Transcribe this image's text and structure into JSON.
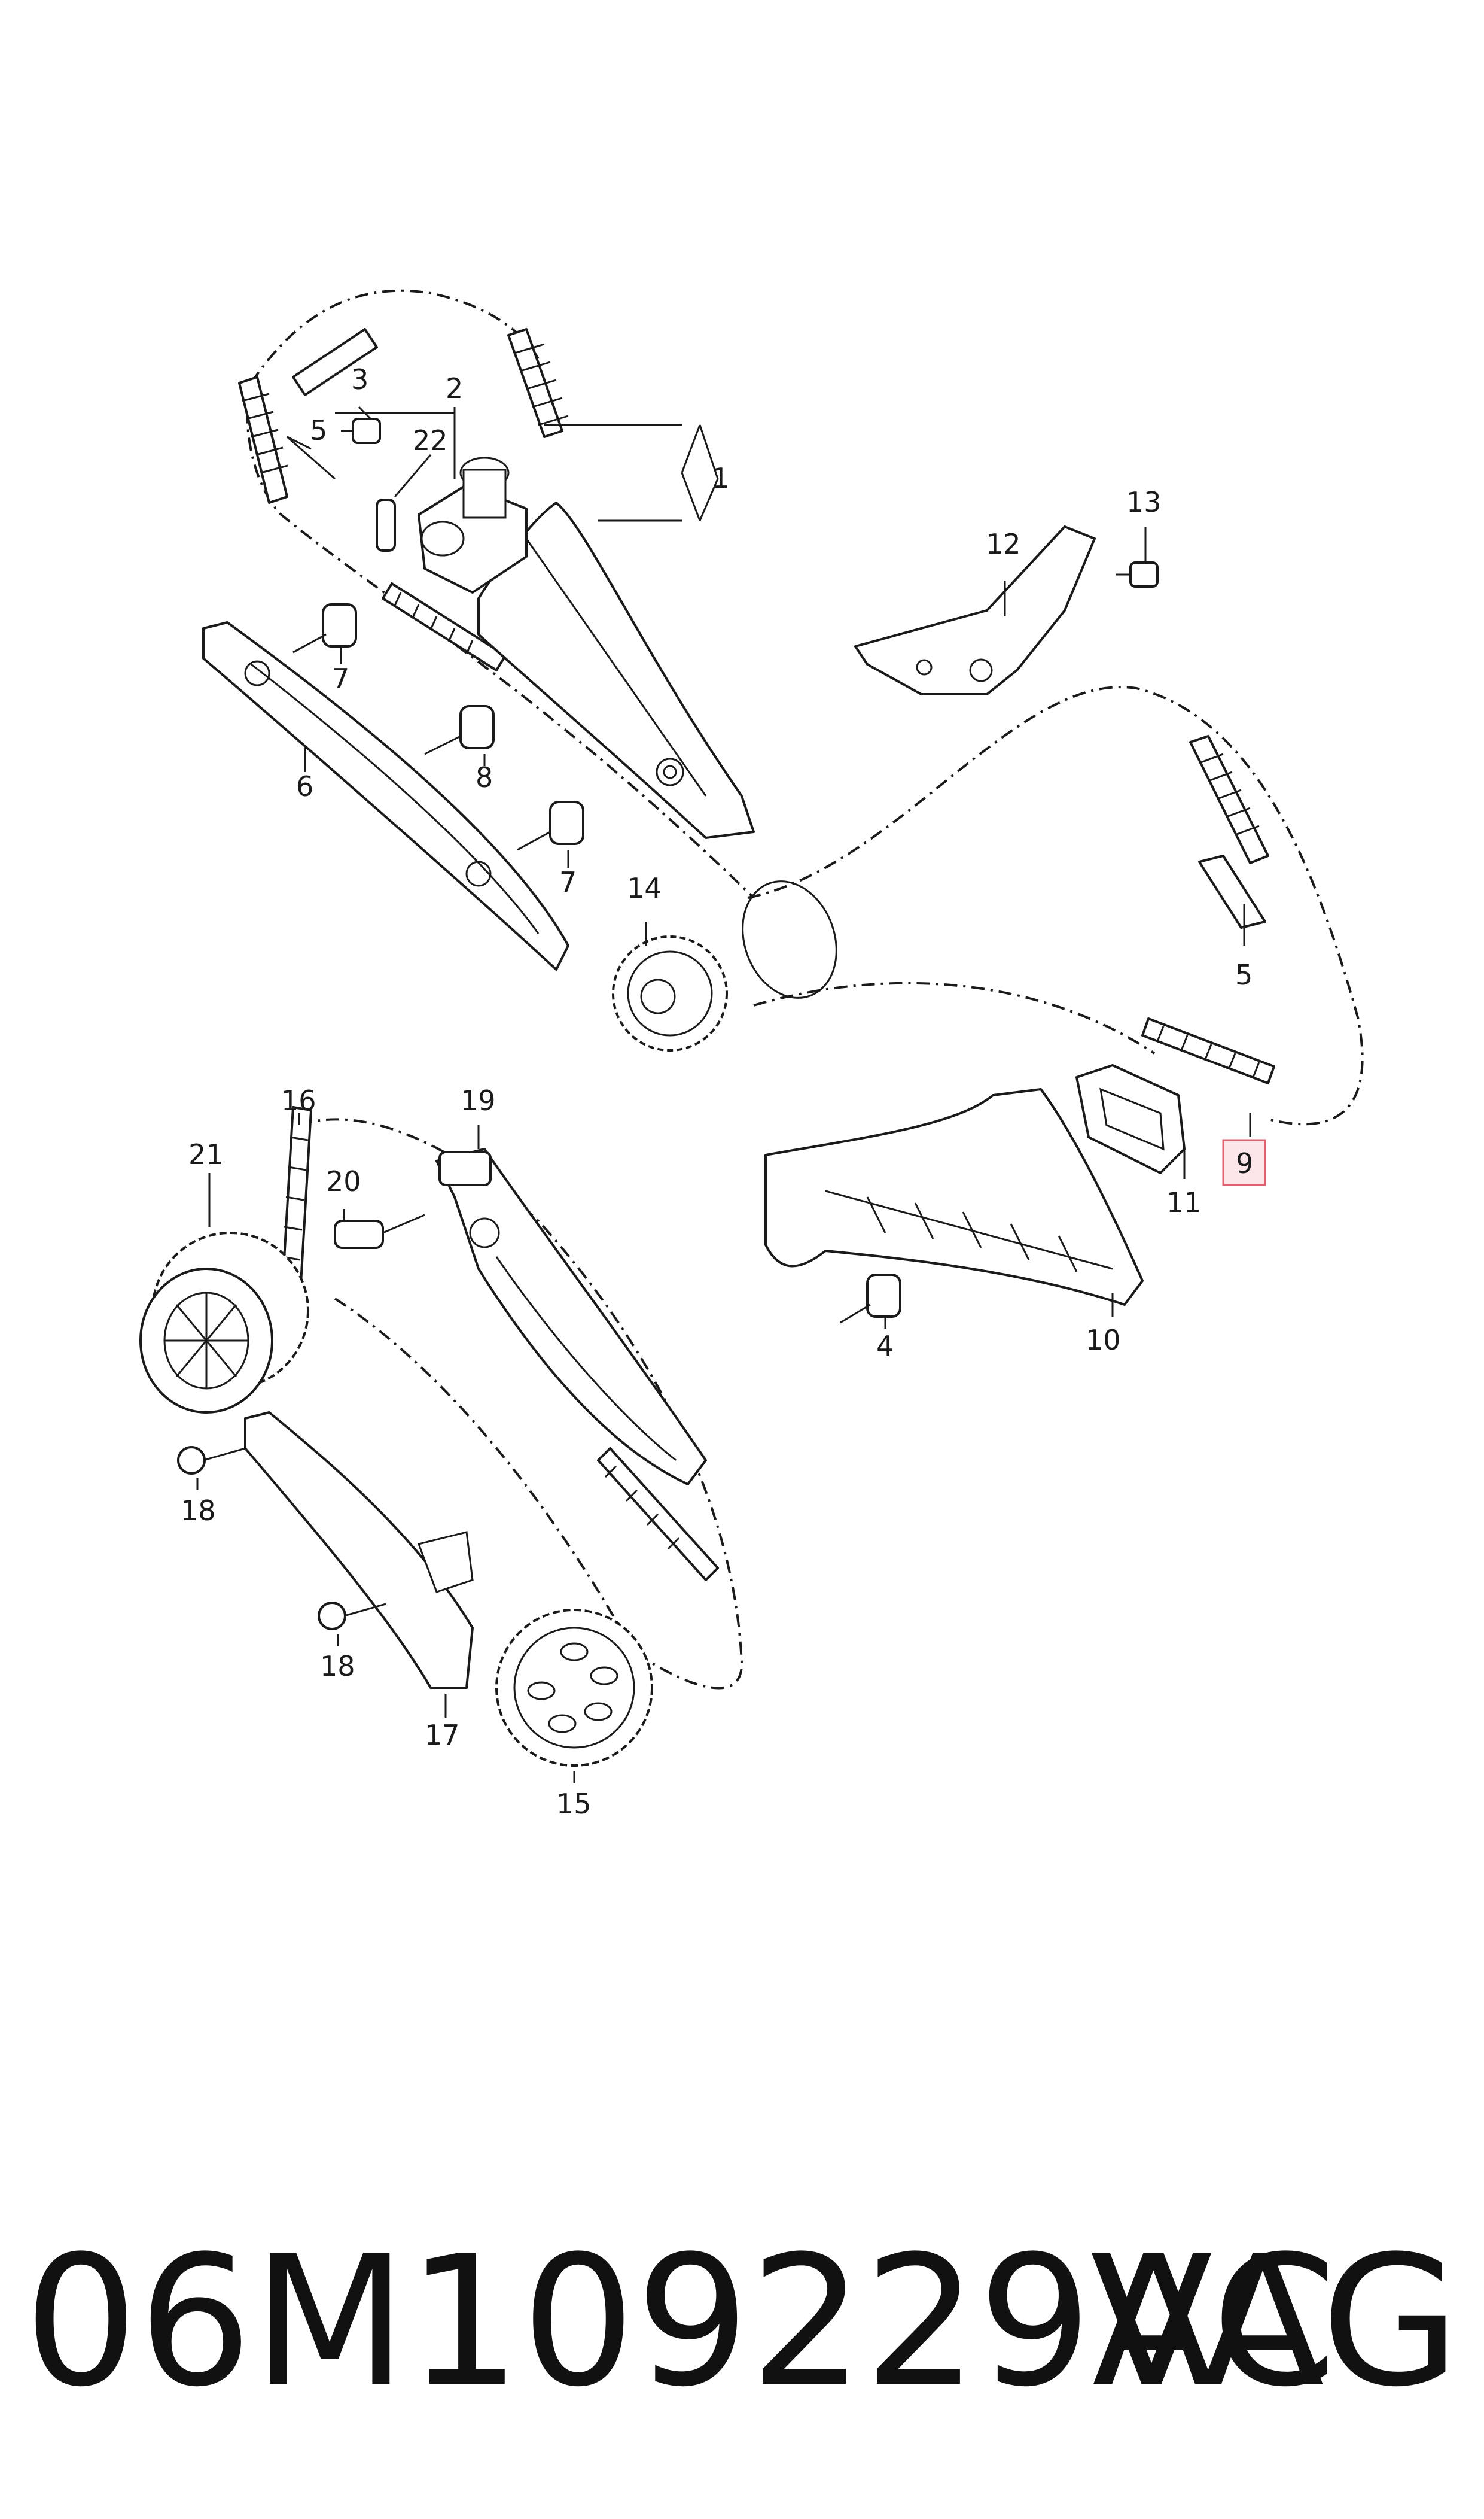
{
  "callouts": {
    "c1": "1",
    "c2": "2",
    "c3": "3",
    "c4": "4",
    "c5a": "5",
    "c5b": "5",
    "c6": "6",
    "c7a": "7",
    "c7b": "7",
    "c8": "8",
    "c9": "9",
    "c10": "10",
    "c11": "11",
    "c12": "12",
    "c13": "13",
    "c14": "14",
    "c15": "15",
    "c16": "16",
    "c17": "17",
    "c18a": "18",
    "c18b": "18",
    "c19": "19",
    "c20": "20",
    "c21": "21",
    "c22": "22"
  },
  "highlighted_callout": "9",
  "highlight_color": "#e0606f",
  "footer": {
    "part_number": "06M109229AC",
    "brand": "VAG"
  }
}
